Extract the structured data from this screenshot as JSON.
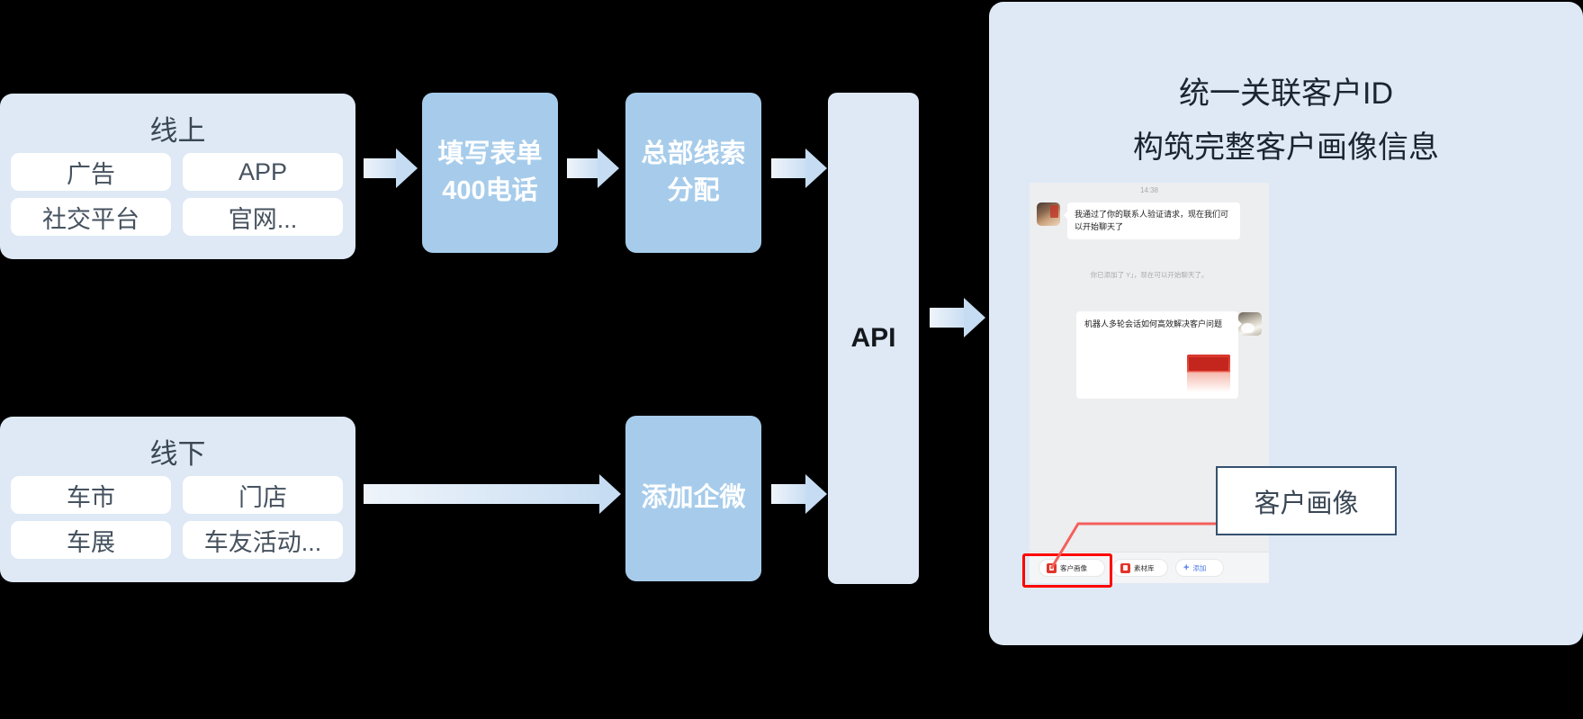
{
  "flow": {
    "online": {
      "title": "线上",
      "chips": [
        "广告",
        "APP",
        "社交平台",
        "官网..."
      ]
    },
    "offline": {
      "title": "线下",
      "chips": [
        "车市",
        "门店",
        "车展",
        "车友活动..."
      ]
    },
    "steps": {
      "form": [
        "填写表单",
        "400电话"
      ],
      "hq": [
        "总部线索",
        "分配"
      ],
      "wecom": [
        "添加企微"
      ]
    },
    "api_label": "API"
  },
  "panel": {
    "headline_1": "统一关联客户ID",
    "headline_2": "构筑完整客户画像信息"
  },
  "chat": {
    "time": "14:38",
    "incoming": "我通过了你的联系人验证请求，现在我们可以开始聊天了",
    "system_note": "你已添加了 Y」，现在可以开始聊天了。",
    "outgoing": "机器人多轮会话如何高效解决客户问题",
    "toolbar": {
      "profile": "客户画像",
      "library": "素材库",
      "add": "添加",
      "add_icon": "plus-icon"
    }
  },
  "callout": {
    "label": "客户画像"
  },
  "colors": {
    "panel_light": "#DEE9F5",
    "box_blue": "#A7CCEB",
    "chip_white": "#FFFFFF",
    "text_dark": "#3A4754",
    "highlight_red": "#FF0000",
    "leader_red": "#F4605C",
    "callout_border": "#35516E"
  }
}
